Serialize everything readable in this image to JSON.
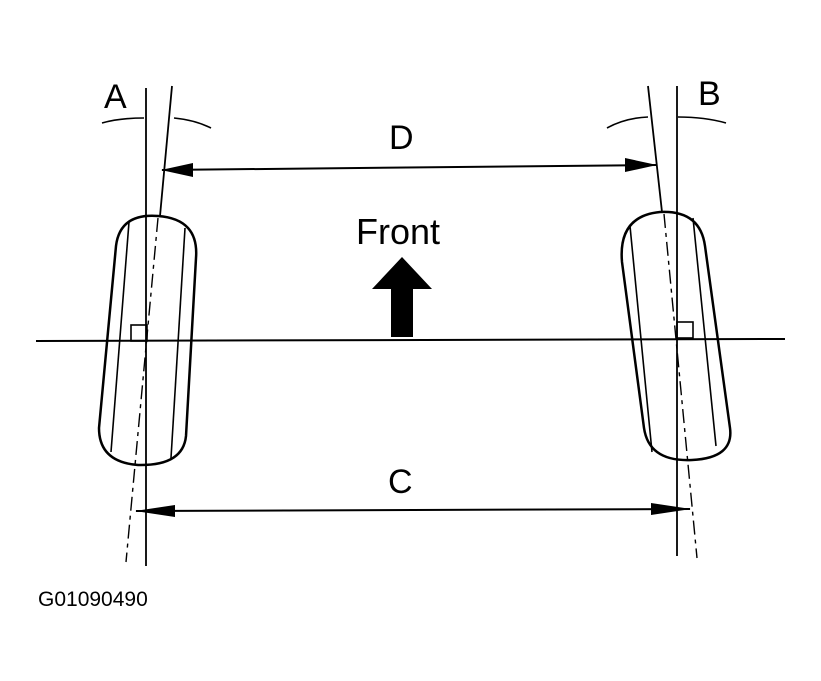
{
  "labels": {
    "a": "A",
    "b": "B",
    "d": "D",
    "c": "C",
    "front": "Front",
    "code": "G01090490"
  },
  "colors": {
    "line": "#000000",
    "background": "#ffffff"
  }
}
